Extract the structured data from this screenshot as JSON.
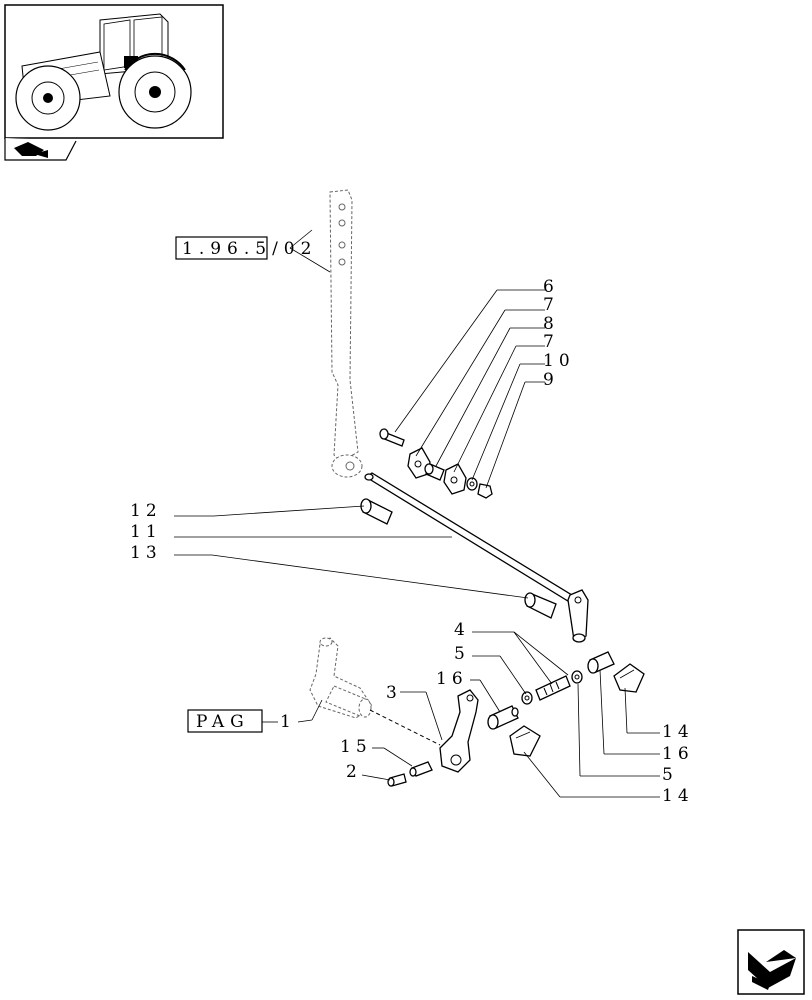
{
  "thumbnail": {
    "icon": "tractor-thumbnail-icon",
    "nav_icon": "back-arrow-icon"
  },
  "references": {
    "section_ref": "1.96.5/02",
    "page_ref": "PAG"
  },
  "callouts": {
    "c6": "6",
    "c7a": "7",
    "c8": "8",
    "c7b": "7",
    "c10": "10",
    "c9": "9",
    "c12": "12",
    "c11": "11",
    "c13": "13",
    "c4": "4",
    "c5a": "5",
    "c16a": "16",
    "c3": "3",
    "c1": "1",
    "c15": "15",
    "c2": "2",
    "c14a": "14",
    "c16b": "16",
    "c5b": "5",
    "c14b": "14"
  },
  "next_page_icon": "next-page-arrow-icon",
  "colors": {
    "ink": "#000000",
    "ghost": "#666666",
    "background": "#ffffff"
  }
}
